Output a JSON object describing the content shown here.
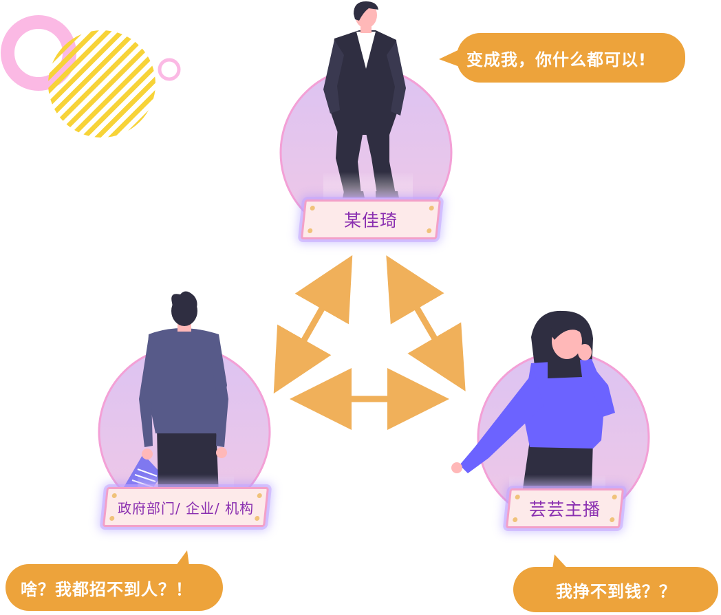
{
  "roles": {
    "top": {
      "label": "某佳琦"
    },
    "left": {
      "label": "政府部门/ 企业/ 机构"
    },
    "right": {
      "label": "芸芸主播"
    }
  },
  "bubbles": {
    "top": "变成我，你什么都可以!",
    "left": "啥？我都招不到人？！",
    "right": "我挣不到钱？？"
  },
  "colors": {
    "arrow": "#f0b05a",
    "bubble": "#eda33b",
    "circle_fill": "#e4c6ee",
    "circle_stroke": "#f3a0d6",
    "label_text": "#8a2fb0",
    "decor_pink": "#fbb9e4",
    "decor_yellow": "#f7d338",
    "suit": "#2f2e41",
    "sweater": "#6c63ff",
    "jacket": "#575a89",
    "skin": "#ffb8b8"
  }
}
